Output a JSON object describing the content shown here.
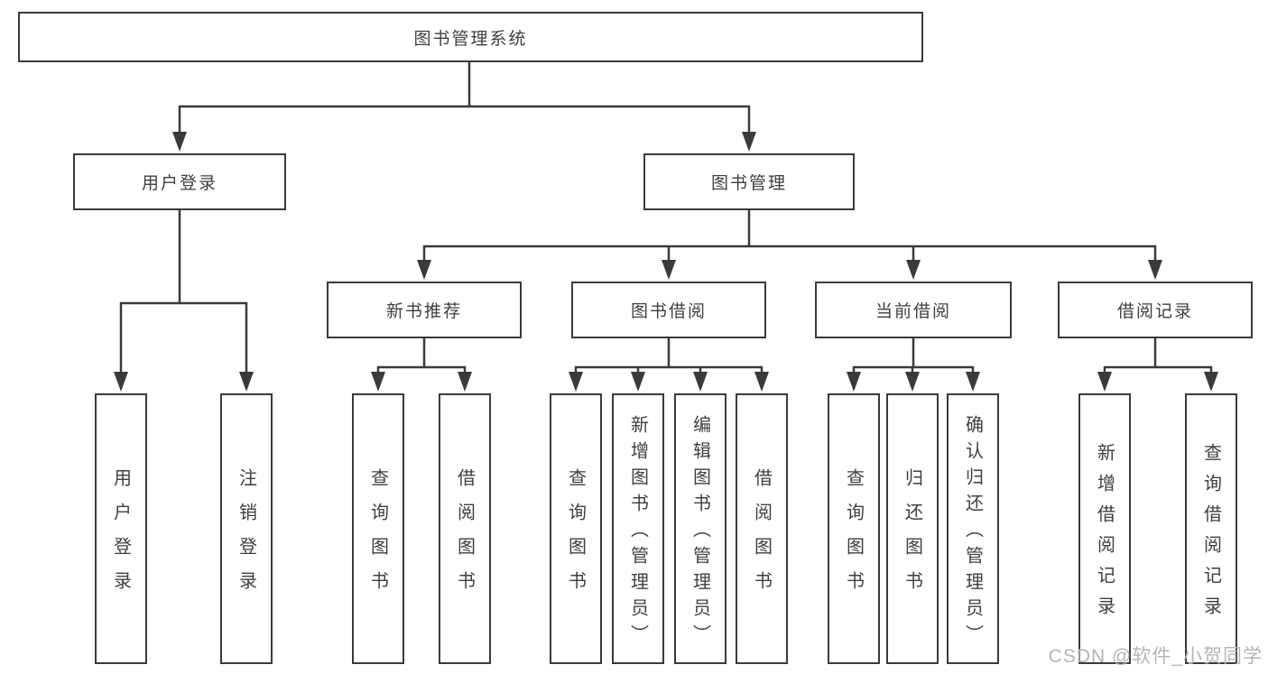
{
  "diagram": {
    "root": {
      "label": "图书管理系统"
    },
    "branches": [
      {
        "label": "用户登录",
        "children": [
          {
            "label": "用户登录"
          },
          {
            "label": "注销登录"
          }
        ]
      },
      {
        "label": "图书管理",
        "groups": [
          {
            "label": "新书推荐",
            "children": [
              {
                "label": "查询图书"
              },
              {
                "label": "借阅图书"
              }
            ]
          },
          {
            "label": "图书借阅",
            "children": [
              {
                "label": "查询图书"
              },
              {
                "label": "新增图书（管理员）"
              },
              {
                "label": "编辑图书（管理员）"
              },
              {
                "label": "借阅图书"
              }
            ]
          },
          {
            "label": "当前借阅",
            "children": [
              {
                "label": "查询图书"
              },
              {
                "label": "归还图书"
              },
              {
                "label": "确认归还（管理员）"
              }
            ]
          },
          {
            "label": "借阅记录",
            "children": [
              {
                "label": "新增借阅记录"
              },
              {
                "label": "查询借阅记录"
              }
            ]
          }
        ]
      }
    ]
  },
  "watermark": "CSDN @软件_小贺同学",
  "colors": {
    "line": "#3a3a3a",
    "text": "#3f3f3f",
    "watermark": "#b4b4b4",
    "background": "#ffffff"
  }
}
